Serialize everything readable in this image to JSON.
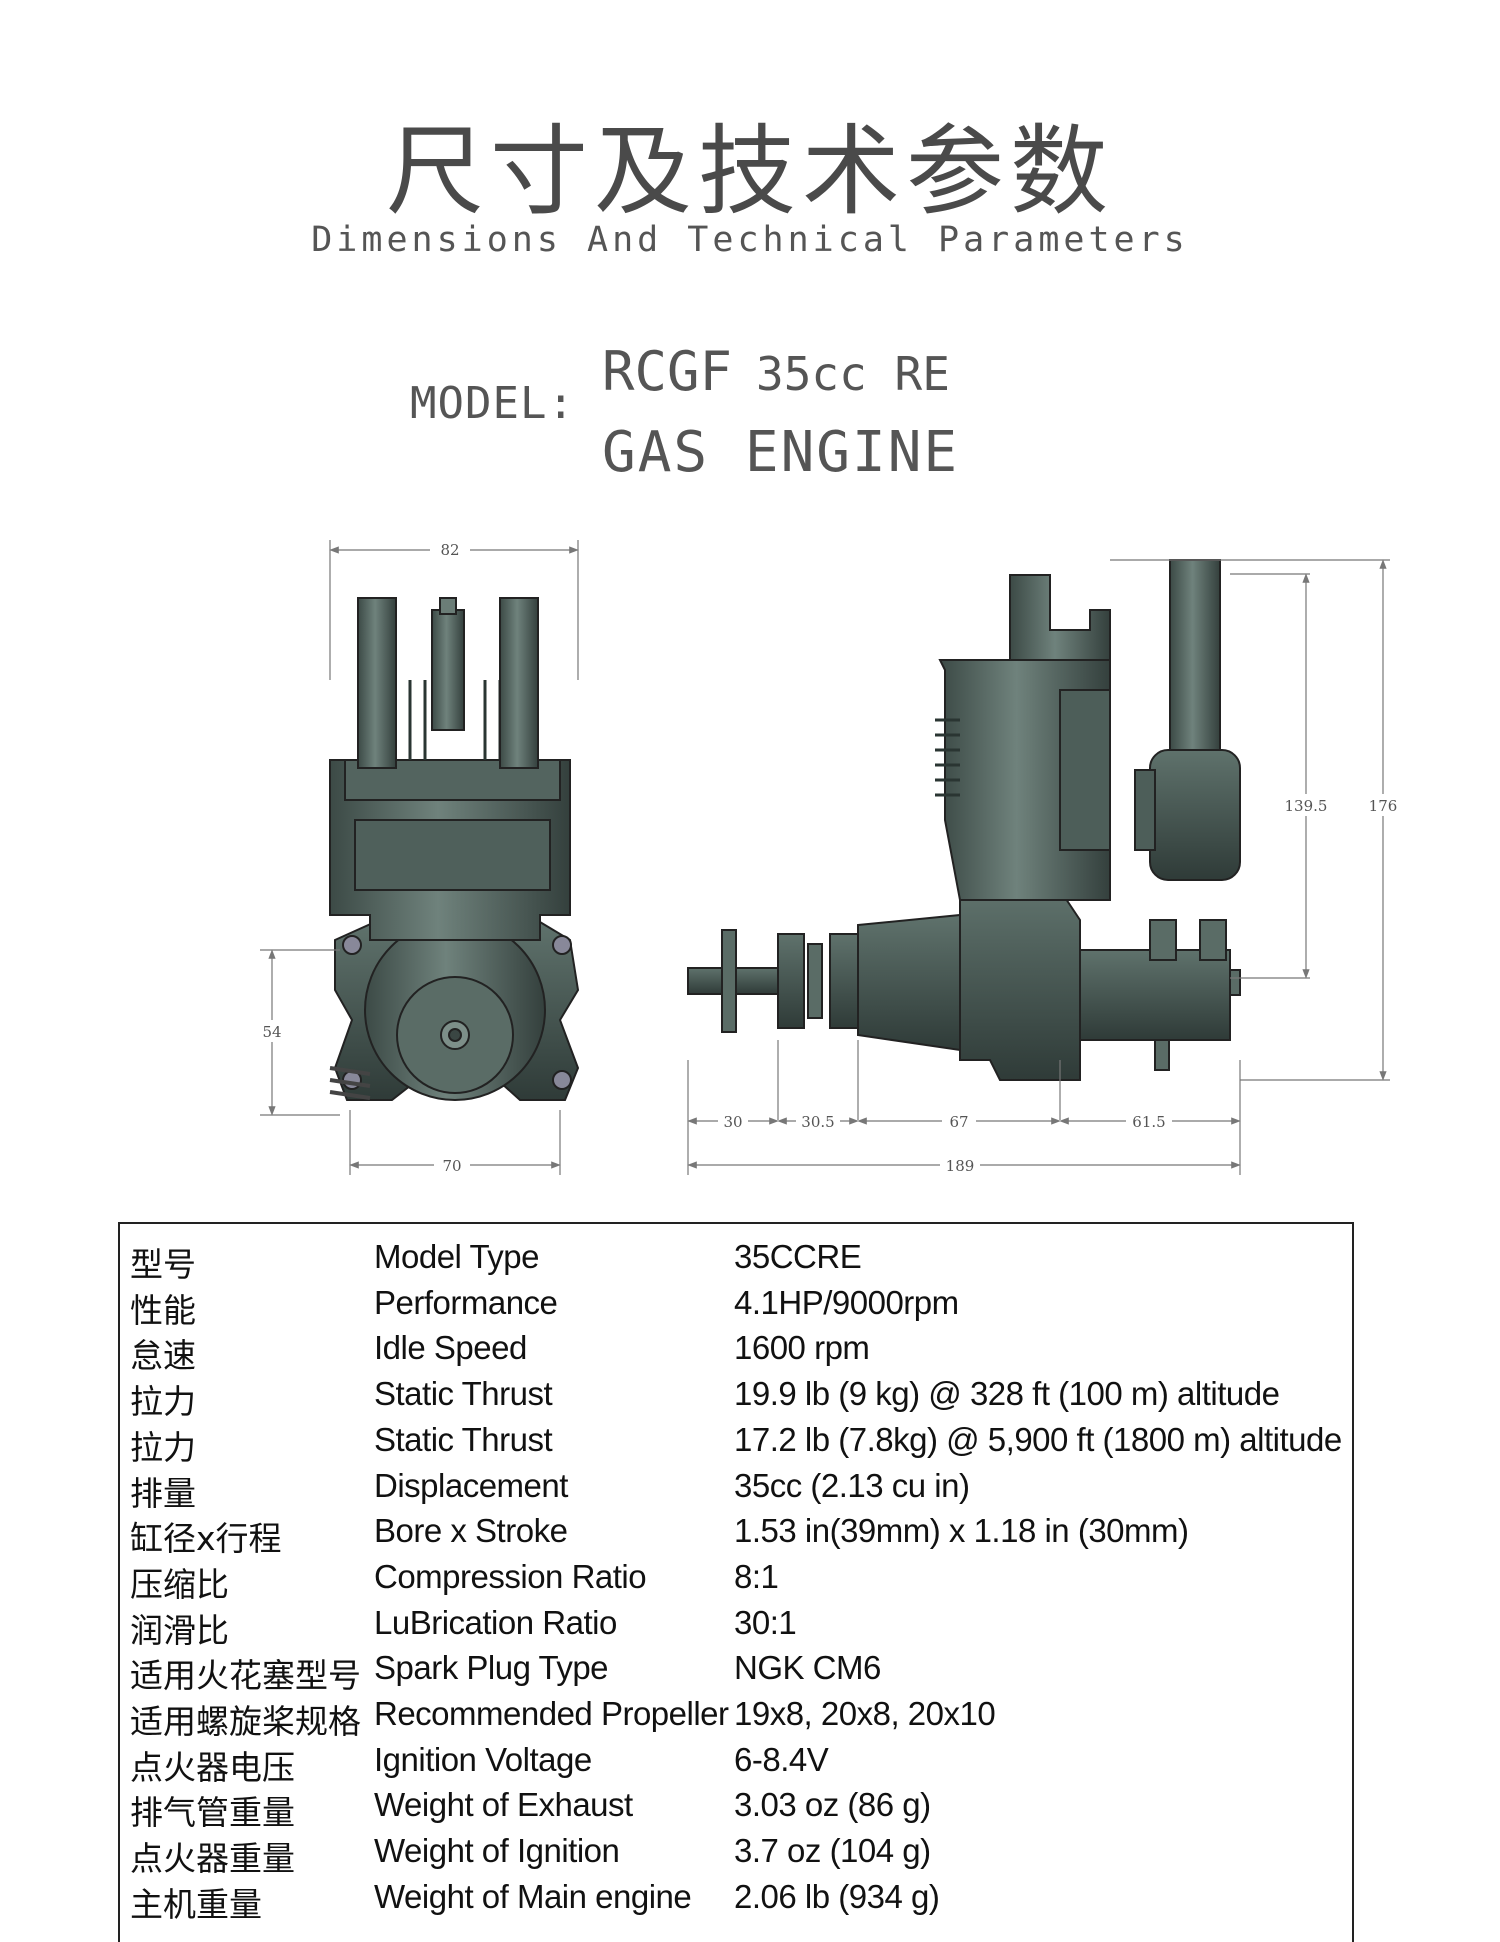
{
  "header": {
    "title_cn": "尺寸及技术参数",
    "title_en": "Dimensions And Technical Parameters"
  },
  "model": {
    "label": "MODEL:",
    "name": "RCGF",
    "variant": "35cc RE",
    "type": "GAS ENGINE"
  },
  "dimensions": {
    "front_width_top": "82",
    "front_height": "54",
    "front_width_bottom": "70",
    "side_height_inner": "139.5",
    "side_height_outer": "176",
    "side_seg_1": "30",
    "side_seg_2": "30.5",
    "side_seg_3": "67",
    "side_seg_4": "61.5",
    "side_total": "189"
  },
  "specs": [
    {
      "cn": "型号",
      "en": "Model Type",
      "value": "35CCRE"
    },
    {
      "cn": "性能",
      "en": "Performance",
      "value": "4.1HP/9000rpm"
    },
    {
      "cn": "怠速",
      "en": "Idle Speed",
      "value": "1600 rpm"
    },
    {
      "cn": "拉力",
      "en": "Static Thrust",
      "value": "19.9 lb (9 kg) @ 328 ft (100 m) altitude"
    },
    {
      "cn": "拉力",
      "en": "Static Thrust",
      "value": "17.2 lb (7.8kg) @ 5,900 ft (1800 m) altitude"
    },
    {
      "cn": "排量",
      "en": "Displacement",
      "value": "35cc  (2.13 cu in)"
    },
    {
      "cn": "缸径x行程",
      "en": "Bore x Stroke",
      "value": "1.53 in(39mm) x 1.18 in (30mm)"
    },
    {
      "cn": "压缩比",
      "en": "Compression Ratio",
      "value": " 8:1"
    },
    {
      "cn": "润滑比",
      "en": "LuBrication Ratio",
      "value": "30:1"
    },
    {
      "cn": "适用火花塞型号",
      "en": "Spark Plug Type",
      "value": "NGK CM6"
    },
    {
      "cn": "适用螺旋桨规格",
      "en": "Recommended Propeller",
      "value": "19x8, 20x8, 20x10"
    },
    {
      "cn": "点火器电压",
      "en": "Ignition Voltage",
      "value": "6-8.4V"
    },
    {
      "cn": "排气管重量",
      "en": "Weight of Exhaust",
      "value": "3.03 oz (86 g)"
    },
    {
      "cn": "点火器重量",
      "en": "Weight of Ignition",
      "value": "3.7 oz (104 g)"
    },
    {
      "cn": "主机重量",
      "en": "Weight of Main engine",
      "value": "2.06 lb (934 g)"
    }
  ]
}
